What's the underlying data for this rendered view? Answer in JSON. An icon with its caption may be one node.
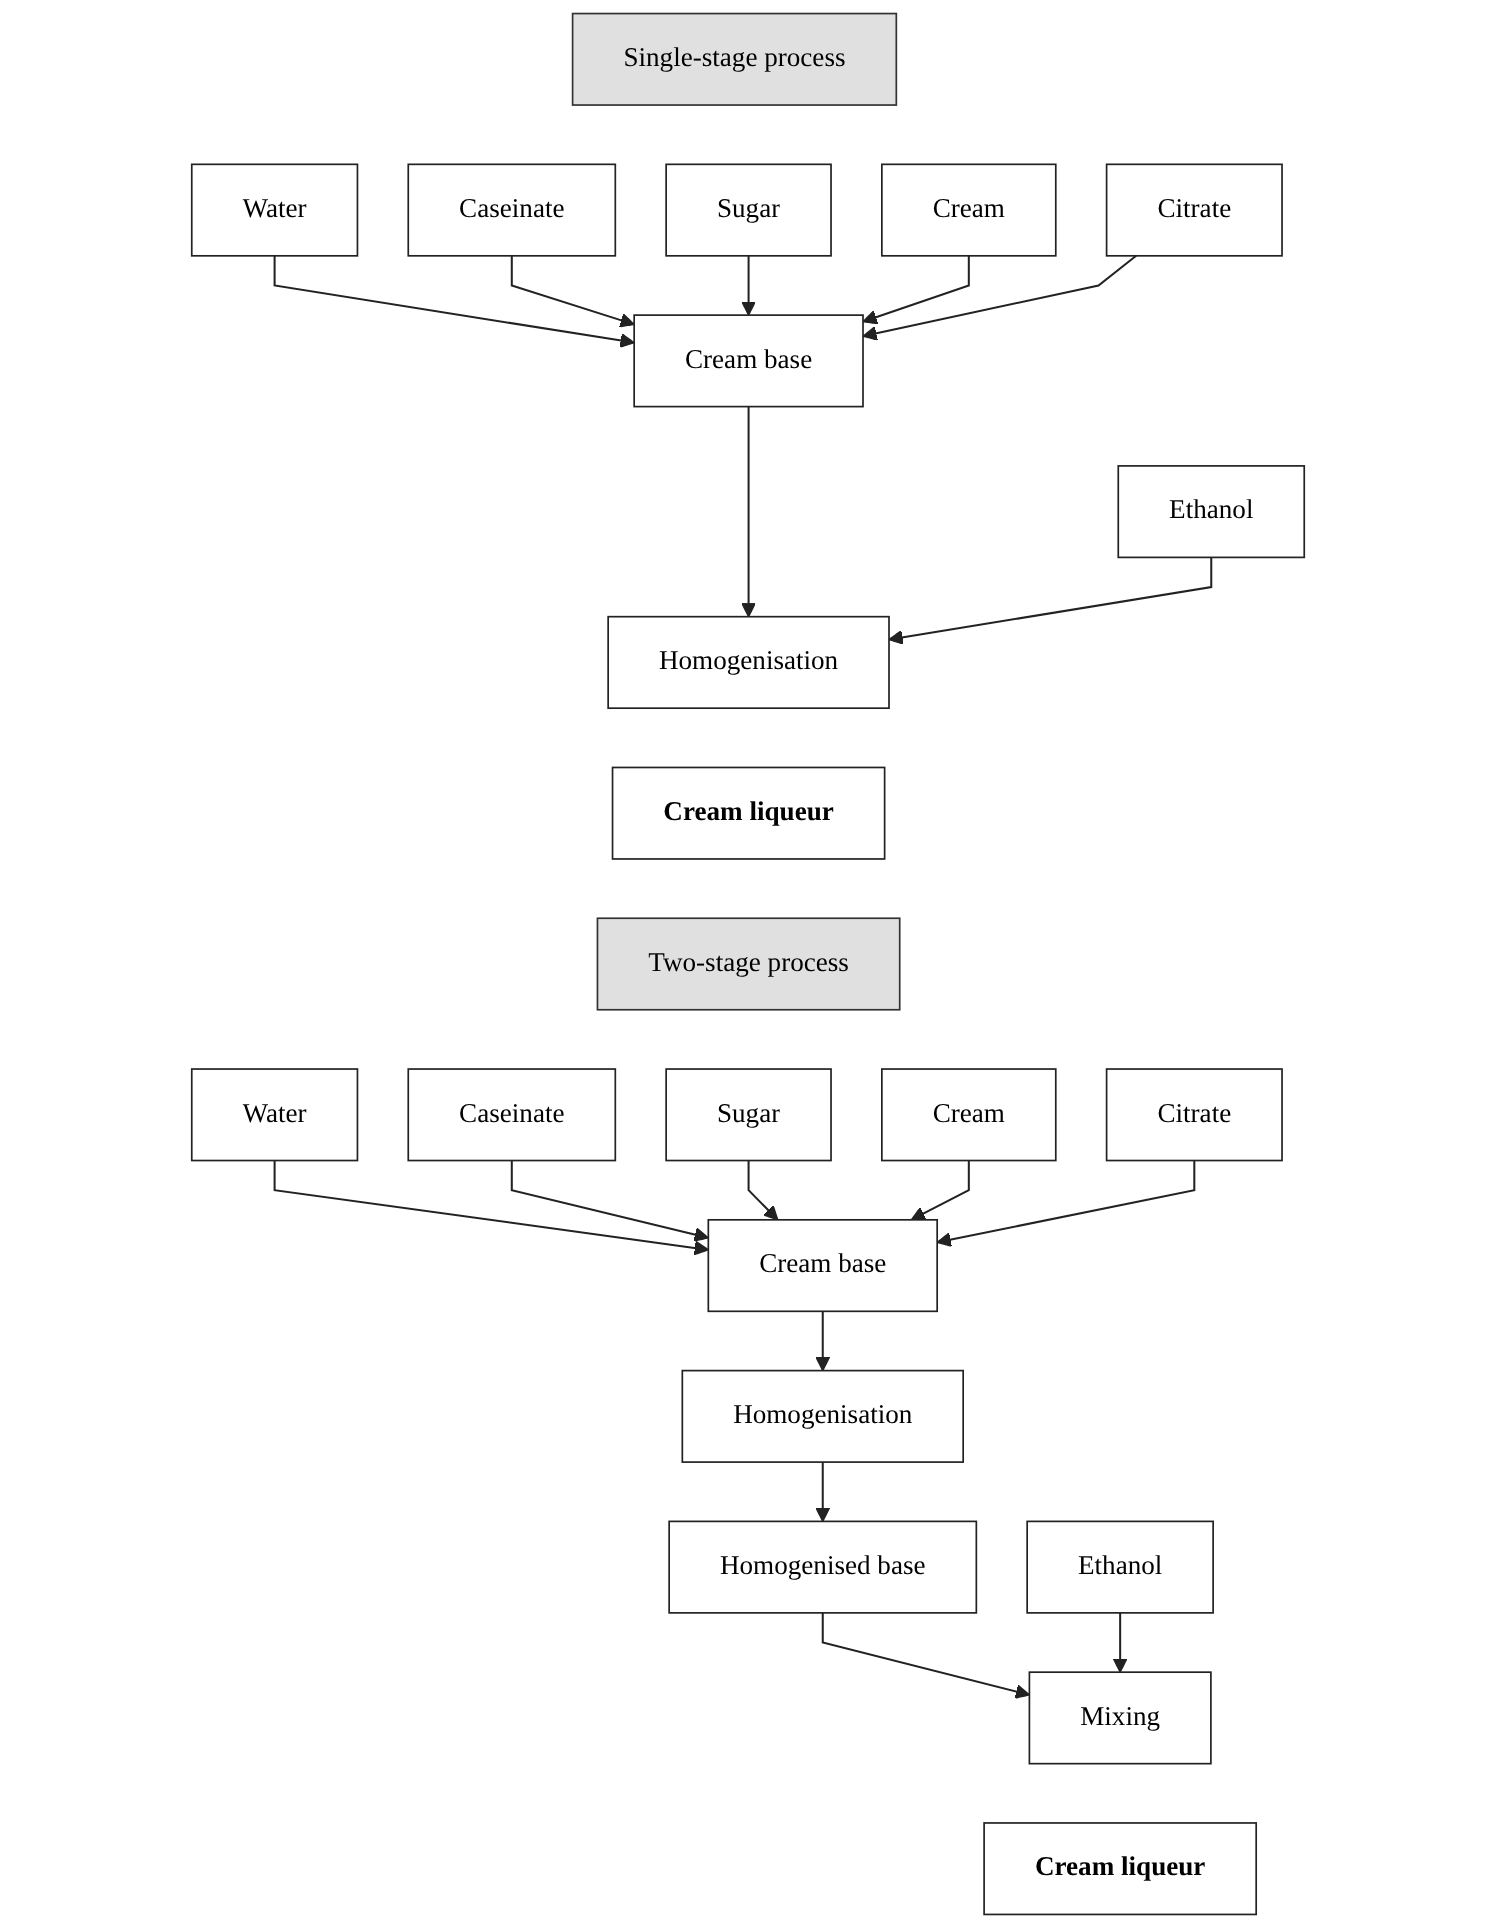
{
  "diagram": {
    "nodes": [
      {
        "text": [
          "Single-stage process"
        ]
      },
      {
        "text": [
          "Water"
        ]
      },
      {
        "text": [
          "Caseinate"
        ]
      },
      {
        "text": [
          "Sugar"
        ]
      },
      {
        "text": [
          "Cream"
        ]
      },
      {
        "text": [
          "Citrate"
        ]
      },
      {
        "text": [
          "Cream base"
        ]
      },
      {
        "text": [
          "Ethanol"
        ]
      },
      {
        "text": [
          "Homogenisation"
        ]
      },
      {
        "text": [
          "Cream liqueur"
        ]
      },
      {
        "text": [
          "Two-stage process"
        ]
      },
      {
        "text": [
          "Water"
        ]
      },
      {
        "text": [
          "Caseinate"
        ]
      },
      {
        "text": [
          "Sugar"
        ]
      },
      {
        "text": [
          "Cream"
        ]
      },
      {
        "text": [
          "Citrate"
        ]
      },
      {
        "text": [
          "Cream base"
        ]
      },
      {
        "text": [
          "Homogenisation"
        ]
      },
      {
        "text": [
          "Homogenised base"
        ]
      },
      {
        "text": [
          "Ethanol"
        ]
      },
      {
        "text": [
          "Mixing"
        ]
      },
      {
        "text": [
          "Cream liqueur"
        ]
      }
    ],
    "edges": [
      {
        "from": 1,
        "to": 6,
        "arrow": "to"
      },
      {
        "from": 2,
        "to": 6,
        "arrow": "to"
      },
      {
        "from": 3,
        "to": 6,
        "arrow": "to"
      },
      {
        "from": 4,
        "to": 6,
        "arrow": "to"
      },
      {
        "from": 5,
        "to": 6,
        "arrow": "to"
      },
      {
        "from": 6,
        "to": 8,
        "arrow": "to"
      },
      {
        "from": 7,
        "to": 8,
        "arrow": "to"
      },
      {
        "from": 11,
        "to": 16,
        "arrow": "to"
      },
      {
        "from": 12,
        "to": 16,
        "arrow": "to"
      },
      {
        "from": 13,
        "to": 16,
        "arrow": "to"
      },
      {
        "from": 14,
        "to": 16,
        "arrow": "to"
      },
      {
        "from": 15,
        "to": 16,
        "arrow": "to"
      },
      {
        "from": 16,
        "to": 17,
        "arrow": "to"
      },
      {
        "from": 17,
        "to": 18,
        "arrow": "to"
      },
      {
        "from": 18,
        "to": 20,
        "arrow": "to"
      },
      {
        "from": 19,
        "to": 20,
        "arrow": "to"
      }
    ]
  }
}
